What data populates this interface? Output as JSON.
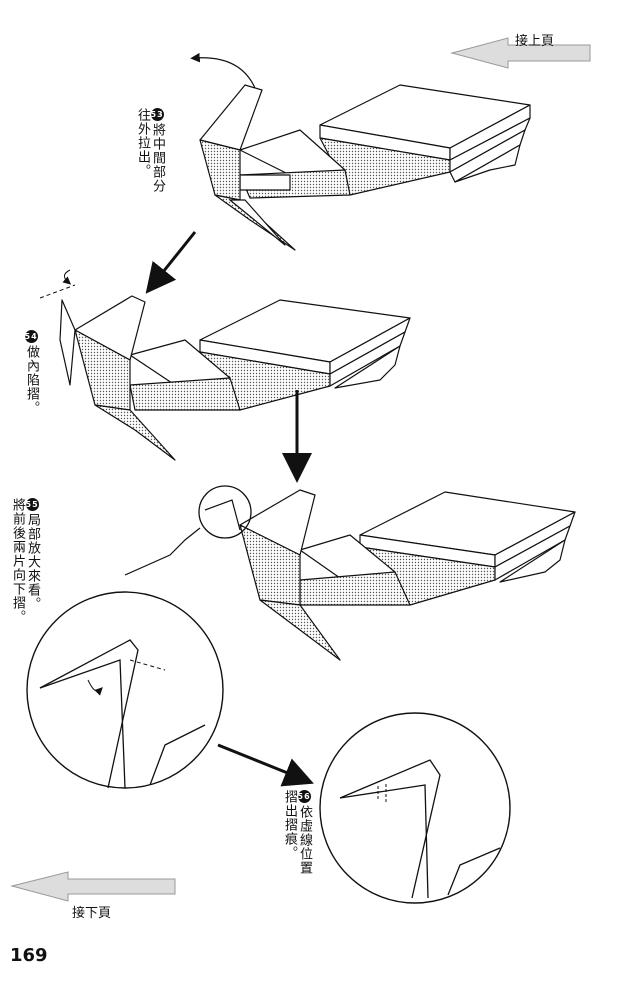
{
  "nav": {
    "prev_page": "接上頁",
    "next_page": "接下頁"
  },
  "steps": [
    {
      "number": "53",
      "lines": [
        "將中間部分",
        "往外拉出。"
      ]
    },
    {
      "number": "54",
      "lines": [
        "做內陷摺。"
      ]
    },
    {
      "number": "55",
      "lines": [
        "局部放大來看。",
        "將前後兩片向下摺。"
      ]
    },
    {
      "number": "56",
      "lines": [
        "依虛線位置",
        "摺出摺痕。"
      ]
    }
  ],
  "page_number": "169"
}
